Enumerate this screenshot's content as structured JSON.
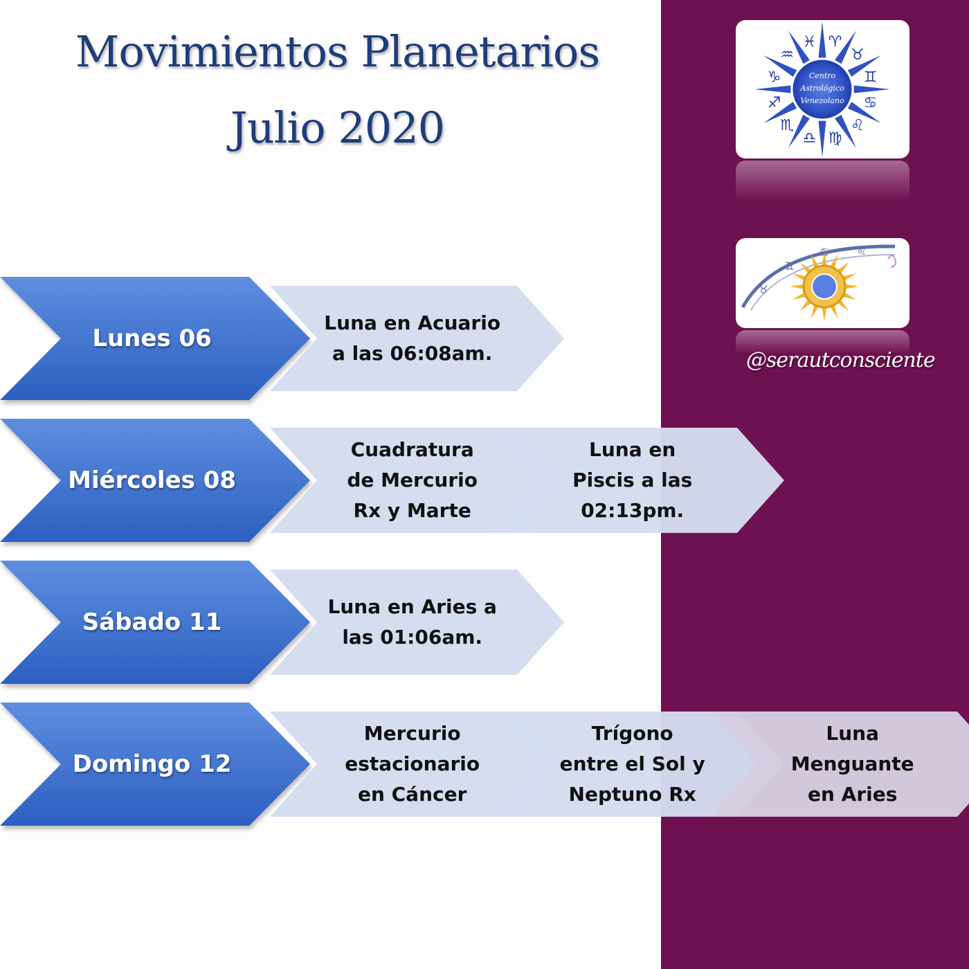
{
  "title": {
    "line1": "Movimientos Planetarios",
    "line2": "Julio 2020"
  },
  "logos": {
    "zodiac_logo_text": [
      "Centro",
      "Astrológico",
      "Venezolano"
    ],
    "zodiac_glyphs": [
      "♈",
      "♉",
      "♊",
      "♋",
      "♌",
      "♍",
      "♎",
      "♏",
      "♐",
      "♑",
      "♒",
      "♓"
    ],
    "sun_logo_glyphs": [
      "♉",
      "♊",
      "♋",
      "♌"
    ]
  },
  "handle": "@serautconsciente",
  "schedule": [
    {
      "day": "Lunes 06",
      "events": [
        {
          "lines": [
            "Luna en Acuario",
            "a las 06:08am."
          ]
        }
      ]
    },
    {
      "day": "Miércoles 08",
      "events": [
        {
          "lines": [
            "Cuadratura",
            "de Mercurio",
            "Rx y Marte"
          ]
        },
        {
          "lines": [
            "Luna en",
            "Piscis a las",
            "02:13pm."
          ]
        }
      ]
    },
    {
      "day": "Sábado 11",
      "events": [
        {
          "lines": [
            "Luna en Aries a",
            "las 01:06am."
          ]
        }
      ]
    },
    {
      "day": "Domingo 12",
      "events": [
        {
          "lines": [
            "Mercurio",
            "estacionario",
            "en Cáncer"
          ]
        },
        {
          "lines": [
            "Trígono",
            "entre el Sol y",
            "Neptuno Rx"
          ]
        },
        {
          "lines": [
            "Luna",
            "Menguante",
            "en Aries"
          ]
        }
      ]
    }
  ],
  "colors": {
    "panel": "#6e1150",
    "title": "#1e3d78",
    "day_chevron_light": "#5f8ee0",
    "day_chevron_dark": "#2c5fc0",
    "event_chevron": "#d4dcee",
    "event_chevron_on_panel": "#d6cde0"
  }
}
